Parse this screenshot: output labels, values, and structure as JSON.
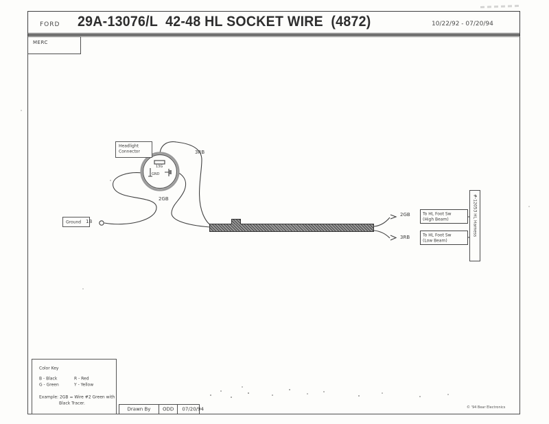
{
  "header": {
    "brand": "FORD",
    "title": "29A-13076/L  42-48 HL SOCKET WIRE  (4872)",
    "date_range": "10/22/92 - 07/20/94",
    "tab": "MERC"
  },
  "diagram": {
    "connector_label_line1": "Headlight",
    "connector_label_line2": "Connector",
    "pin_top": "13G",
    "pin_bottom": "GND",
    "ground_label": "Ground",
    "ground_wire": "1B",
    "wire_3rb": "3RB",
    "wire_2gb": "2GB",
    "right_wire_top": "2GB",
    "right_wire_bottom": "3RB",
    "highbeam_line1": "To HL Foot Sw",
    "highbeam_line2": "(High Beam)",
    "lowbeam_line1": "To HL Foot Sw",
    "lowbeam_line2": "(Low Beam)",
    "harness_label": "#-12053 HL Harness"
  },
  "color_key": {
    "title": "Color Key",
    "entry_b": "B - Black",
    "entry_g": "G - Green",
    "entry_r": "R - Red",
    "entry_y": "Y - Yellow",
    "example_line1": "Example: 2GB = Wire #2 Green with",
    "example_line2": "Black Tracer."
  },
  "footer": {
    "drawn_by_label": "Drawn By",
    "drawn_by_initials": "ODD",
    "drawn_date": "07/20/94",
    "copyright": "© '94 Bear Electronics"
  },
  "colors": {
    "ink": "#3b3b3b",
    "loom_fill": "#7b7b7b",
    "paper": "#fdfdfb"
  }
}
